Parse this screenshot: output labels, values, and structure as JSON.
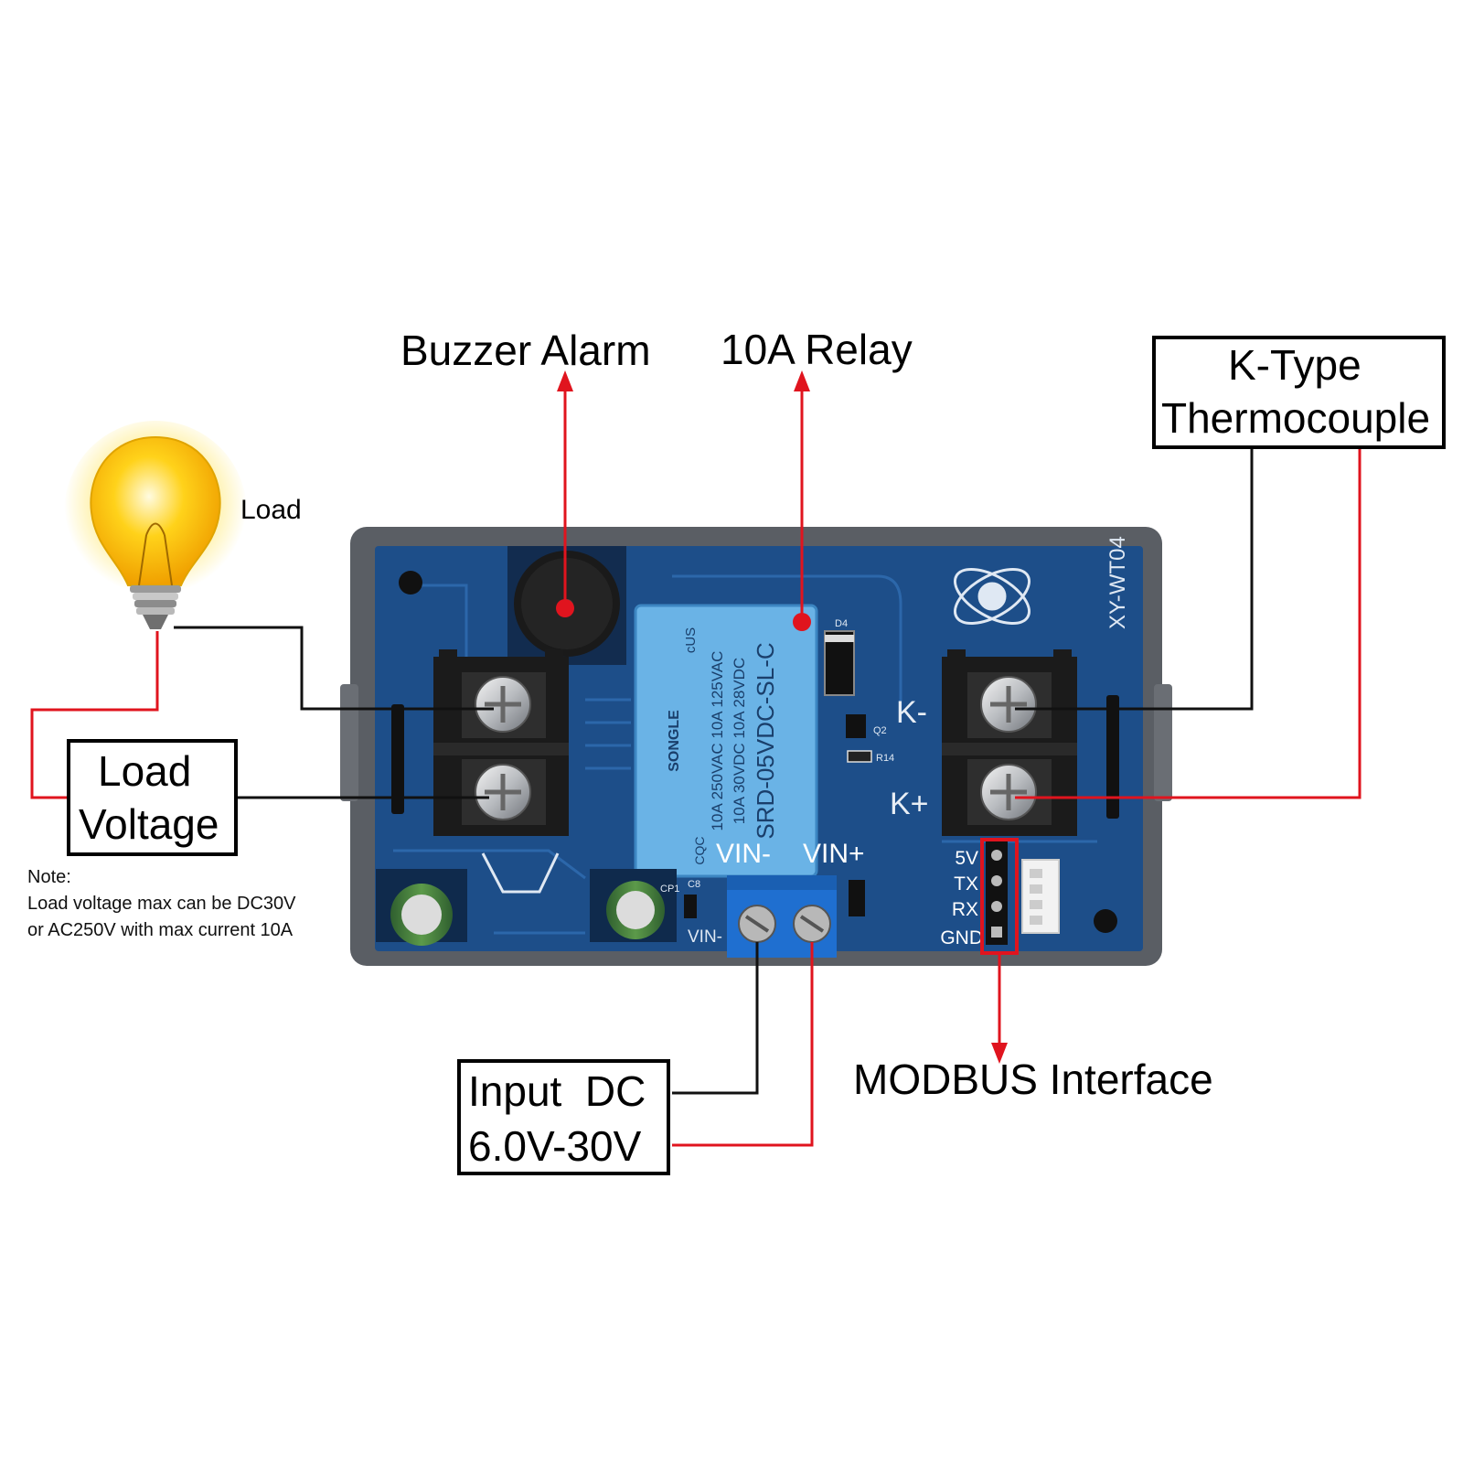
{
  "labels": {
    "buzzer_alarm": "Buzzer Alarm",
    "relay": "10A Relay",
    "k_type_line1": "K-Type",
    "k_type_line2": "Thermocouple",
    "load": "Load",
    "load_voltage_line1": "Load",
    "load_voltage_line2": "Voltage",
    "input_dc_line1": "Input  DC",
    "input_dc_line2": "6.0V-30V",
    "modbus": "MODBUS Interface"
  },
  "note": {
    "title": "Note:",
    "line1": "Load voltage max can be DC30V",
    "line2": "or AC250V with max current 10A"
  },
  "board": {
    "model": "XY-WT04",
    "k_minus": "K-",
    "k_plus": "K+",
    "vin_minus": "VIN-",
    "vin_plus": "VIN+",
    "vin_minus_small": "VIN-",
    "pin_5v": "5V",
    "pin_tx": "TX",
    "pin_rx": "RX",
    "pin_gnd": "GND",
    "relay_brand": "SONGLE",
    "relay_line1": "10A 250VAC  10A 125VAC",
    "relay_line2": "10A 30VDC  10A 28VDC",
    "relay_model": "SRD-05VDC-SL-C",
    "relay_cert": "cUS",
    "relay_cqc": "CQC",
    "d4": "D4",
    "q2": "Q2",
    "r14": "R14",
    "cp1": "CP1",
    "c8": "C8"
  },
  "colors": {
    "wire_red": "#e0141e",
    "wire_black": "#111111",
    "pcb_blue": "#1d4e89",
    "case_gray": "#55595f",
    "relay_blue": "#6ab3e6",
    "terminal_blue": "#1f6fd0",
    "bulb_yellow": "#ffd21a"
  }
}
